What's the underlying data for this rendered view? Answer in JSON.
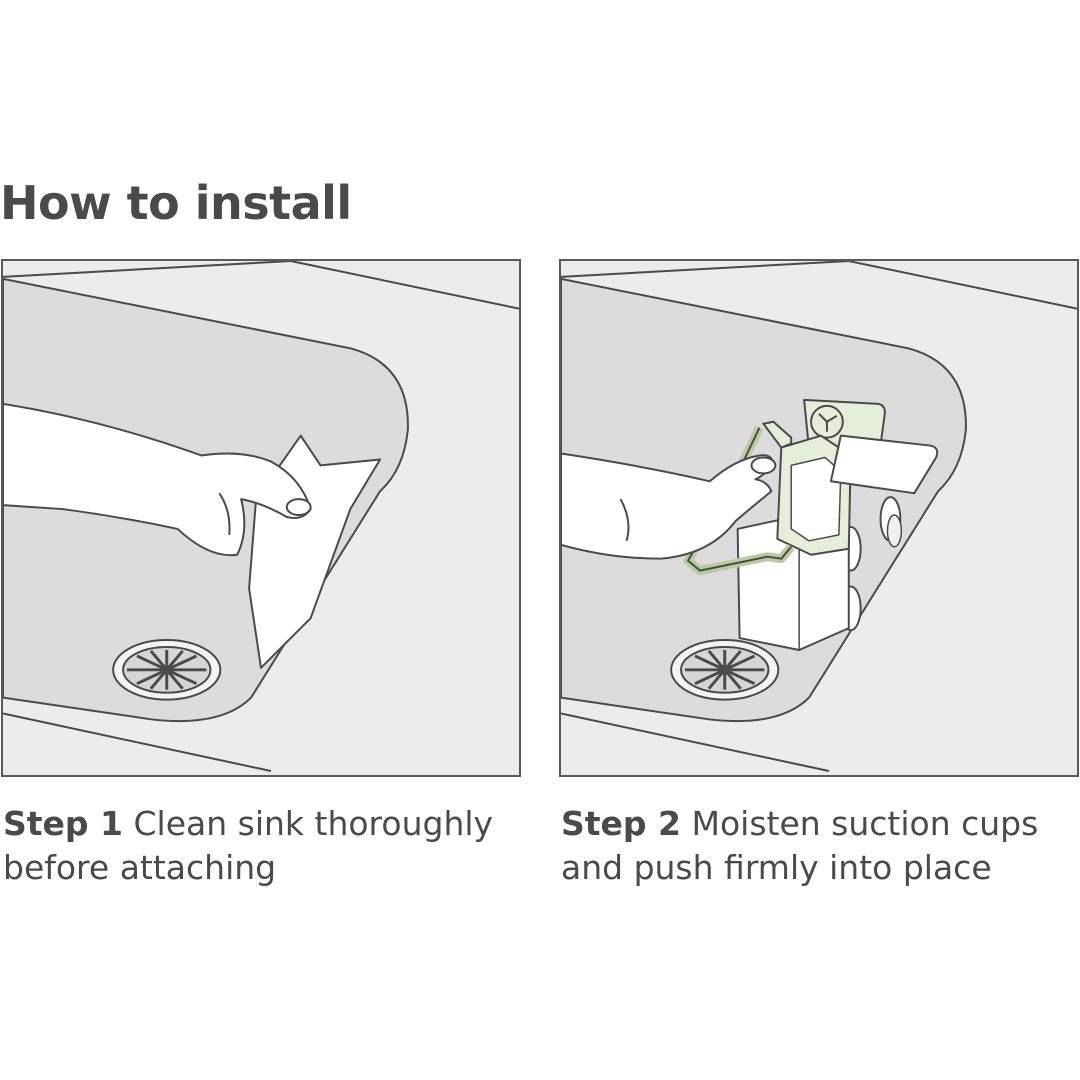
{
  "title": "How to install",
  "steps": [
    {
      "label": "Step 1",
      "text": "Clean sink thoroughly before attaching"
    },
    {
      "label": "Step 2",
      "text": "Moisten suction cups and push firmly into place"
    }
  ],
  "colors": {
    "text": "#4a4a4a",
    "outline": "#5a5a5a",
    "counter": "#ececec",
    "basin": "#dcdcdc",
    "caddy_accent": "#e4eed8",
    "caddy_accent_stroke": "#b9cc9f"
  }
}
